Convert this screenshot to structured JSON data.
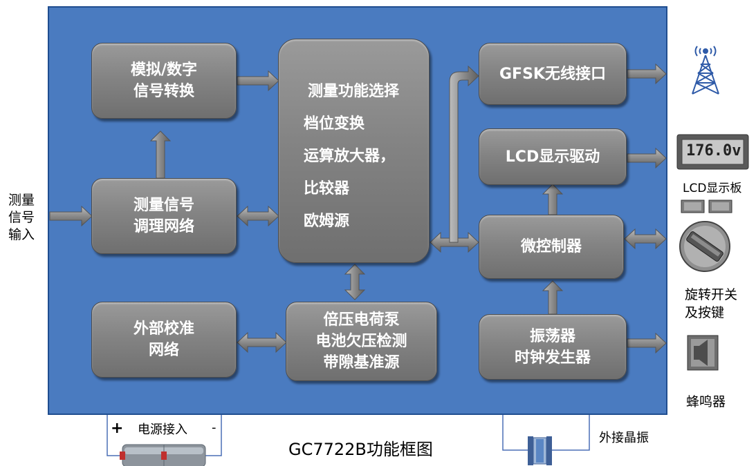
{
  "title": "GC7722B功能框图",
  "blocks": {
    "adc": [
      "模拟/数字",
      "信号转换"
    ],
    "conditioning": [
      "测量信号",
      "调理网络"
    ],
    "calibration": [
      "外部校准",
      "网络"
    ],
    "select": [
      "测量功能选择",
      "档位变换",
      "运算放大器，",
      "比较器",
      "欧姆源"
    ],
    "charge_pump": [
      "倍压电荷泵",
      "电池欠压检测",
      "带隙基准源"
    ],
    "gfsk": "GFSK无线接口",
    "lcd_driver": "LCD显示驱动",
    "mcu": "微控制器",
    "oscillator": [
      "振荡器",
      "时钟发生器"
    ]
  },
  "external": {
    "input": [
      "测量",
      "信号",
      "输入"
    ],
    "lcd_panel_reading": "176.0v",
    "lcd_panel_label": "LCD显示板",
    "rotary_switch_label": [
      "旋转开关",
      "及按键"
    ],
    "buzzer_label": "蜂鸣器",
    "power_plus": "+",
    "power_label": "电源接入",
    "power_minus": "-",
    "crystal_label": "外接晶振"
  },
  "colors": {
    "board": "#4a7bc0",
    "block": "#848484",
    "arrow": "#7a7a7a",
    "lcd_screen": "#c8c8c8"
  }
}
